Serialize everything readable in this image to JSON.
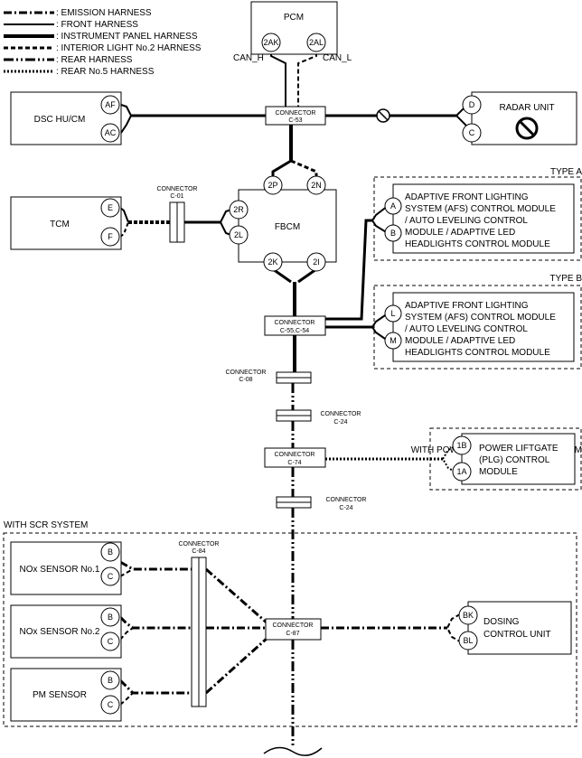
{
  "legend": [
    {
      "label": ": EMISSION HARNESS"
    },
    {
      "label": ": FRONT HARNESS"
    },
    {
      "label": ": INSTRUMENT PANEL HARNESS"
    },
    {
      "label": ": INTERIOR LIGHT No.2 HARNESS"
    },
    {
      "label": ": REAR HARNESS"
    },
    {
      "label": ": REAR No.5 HARNESS"
    }
  ],
  "modules": {
    "pcm": "PCM",
    "dsc": "DSC HU/CM",
    "radar": "RADAR UNIT",
    "tcm": "TCM",
    "fbcm": "FBCM",
    "afs_a": [
      "ADAPTIVE FRONT LIGHTING",
      "SYSTEM (AFS) CONTROL MODULE",
      "/ AUTO LEVELING CONTROL",
      "MODULE / ADAPTIVE LED",
      "HEADLIGHTS CONTROL MODULE"
    ],
    "afs_b": [
      "ADAPTIVE FRONT LIGHTING",
      "SYSTEM (AFS) CONTROL MODULE",
      "/ AUTO LEVELING CONTROL",
      "MODULE / ADAPTIVE LED",
      "HEADLIGHTS CONTROL MODULE"
    ],
    "plg": [
      "POWER LIFTGATE",
      "(PLG) CONTROL",
      "MODULE"
    ],
    "nox1": "NOx SENSOR No.1",
    "nox2": "NOx SENSOR No.2",
    "pm": "PM SENSOR",
    "dosing": [
      "DOSING",
      "CONTROL UNIT"
    ]
  },
  "groups": {
    "type_a": "TYPE A",
    "type_b": "TYPE B",
    "plg": "WITH POWER LIFTGATE (PLG) SYSTEM",
    "scr": "WITH SCR SYSTEM"
  },
  "signals": {
    "can_h": "CAN_H",
    "can_l": "CAN_L"
  },
  "pins": {
    "pcm_h": "2AK",
    "pcm_l": "2AL",
    "dsc_1": "AF",
    "dsc_2": "AC",
    "radar_1": "D",
    "radar_2": "C",
    "tcm_1": "E",
    "tcm_2": "F",
    "fbcm_2r": "2R",
    "fbcm_2l": "2L",
    "fbcm_2p": "2P",
    "fbcm_2n": "2N",
    "fbcm_2k": "2K",
    "fbcm_2i": "2I",
    "afsa_1": "A",
    "afsa_2": "B",
    "afsb_1": "L",
    "afsb_2": "M",
    "plg_1": "1B",
    "plg_2": "1A",
    "nox1_1": "B",
    "nox1_2": "C",
    "nox2_1": "B",
    "nox2_2": "C",
    "pm_1": "B",
    "pm_2": "C",
    "dcu_1": "BK",
    "dcu_2": "BL"
  },
  "connectors": {
    "c53": [
      "CONNECTOR",
      "C-53"
    ],
    "c01": [
      "CONNECTOR",
      "C-01"
    ],
    "c55": [
      "CONNECTOR",
      "C-55,C-54"
    ],
    "c08": [
      "CONNECTOR",
      "C-08"
    ],
    "c24a": [
      "CONNECTOR",
      "C-24"
    ],
    "c74": [
      "CONNECTOR",
      "C-74"
    ],
    "c24b": [
      "CONNECTOR",
      "C-24"
    ],
    "c84": [
      "CONNECTOR",
      "C-84"
    ],
    "c87": [
      "CONNECTOR",
      "C-87"
    ]
  }
}
